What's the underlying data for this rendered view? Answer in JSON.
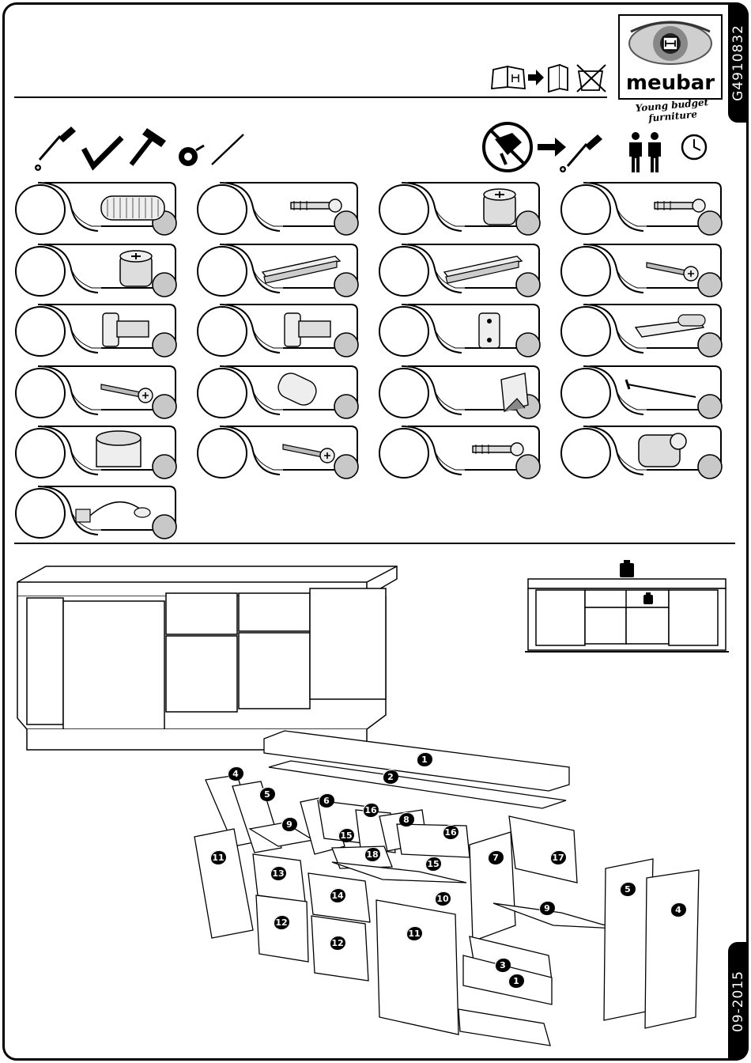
{
  "document": {
    "article_code": "G4910832",
    "date": "09-2015",
    "brand": {
      "name": "meubar",
      "slogan": "Young budget furniture"
    }
  },
  "icons": {
    "header": [
      "manual-book-icon",
      "arrow-right-icon",
      "folder-icon",
      "no-wash-icon"
    ],
    "tools": [
      "phillips-screwdriver-icon",
      "square-ruler-icon",
      "hammer-icon",
      "measuring-tape-icon",
      "pencil-icon"
    ],
    "prohibition": [
      "no-power-drill-icon",
      "arrow-right-icon",
      "screwdriver-icon"
    ],
    "assembly": [
      "two-persons-icon",
      "clock-icon"
    ]
  },
  "fittings": [
    {
      "name": "wooden-dowel",
      "icon": "dowel-icon"
    },
    {
      "name": "cam-bolt",
      "icon": "bolt-icon"
    },
    {
      "name": "cam-lock",
      "icon": "cam-lock-icon"
    },
    {
      "name": "short-cam-bolt",
      "icon": "bolt-icon"
    },
    {
      "name": "small-cam-lock",
      "icon": "cam-lock-icon"
    },
    {
      "name": "drawer-runner-left",
      "icon": "runner-icon"
    },
    {
      "name": "drawer-runner-right",
      "icon": "runner-icon"
    },
    {
      "name": "spiral-screw",
      "icon": "screw-icon"
    },
    {
      "name": "hinge-a",
      "icon": "hinge-icon"
    },
    {
      "name": "hinge-b",
      "icon": "hinge-icon"
    },
    {
      "name": "hinge-plate",
      "icon": "hinge-plate-icon"
    },
    {
      "name": "door-damper",
      "icon": "damper-icon"
    },
    {
      "name": "short-screw",
      "icon": "screw-icon"
    },
    {
      "name": "connector-pin",
      "icon": "pin-icon"
    },
    {
      "name": "corner-bracket",
      "icon": "bracket-icon"
    },
    {
      "name": "nail",
      "icon": "nail-icon"
    },
    {
      "name": "furniture-foot",
      "icon": "foot-icon"
    },
    {
      "name": "long-screw",
      "icon": "screw-icon"
    },
    {
      "name": "expansion-bolt",
      "icon": "bolt-icon"
    },
    {
      "name": "plastic-connector",
      "icon": "connector-icon"
    },
    {
      "name": "led-power-cable",
      "icon": "cable-icon"
    }
  ],
  "parts": {
    "top": "1",
    "shelf_top": "2",
    "bottom": "3",
    "side_outer": "4",
    "side_inner": "5",
    "divider": "6",
    "divider_right": "7",
    "divider_small": "8",
    "shelf": "9",
    "drawer_base": "10",
    "door_large": "11",
    "door_small": "12",
    "drawer_front_left": "13",
    "drawer_front_right": "14",
    "drawer_side": "15",
    "drawer_back": "16",
    "back_panel": "17",
    "drawer_bottom": "18"
  }
}
